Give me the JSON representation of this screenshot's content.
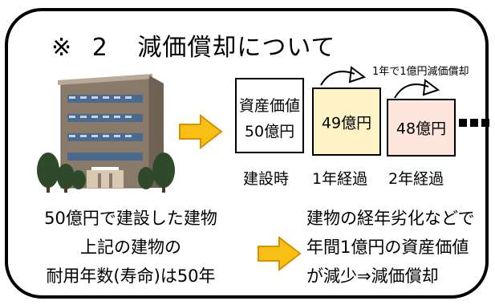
{
  "title": {
    "mark": "※",
    "number": "2",
    "text": "減価償却について"
  },
  "annotation": "1年で1億円減価償却",
  "asset_boxes": [
    {
      "line1": "資産価値",
      "line2": "50億円"
    },
    {
      "line2": "49億円"
    },
    {
      "line2": "48億円"
    }
  ],
  "captions": [
    "建設時",
    "1年経過",
    "2年経過"
  ],
  "left_text": [
    "50億円で建設した建物",
    "上記の建物の",
    "耐用年数(寿命)は50年"
  ],
  "right_text": [
    "建物の経年劣化などで",
    "年間1億円の資産価値",
    "が減少⇒減価償却"
  ],
  "colors": {
    "arrow_fill": "#f8c015",
    "arrow_stroke": "#d89000",
    "box_1yr": "#fff3c6",
    "box_2yr": "#ffe6dc",
    "building_wall": "#8a7a6a",
    "building_window": "#4a6a90",
    "tree": "#2f4a2a"
  }
}
